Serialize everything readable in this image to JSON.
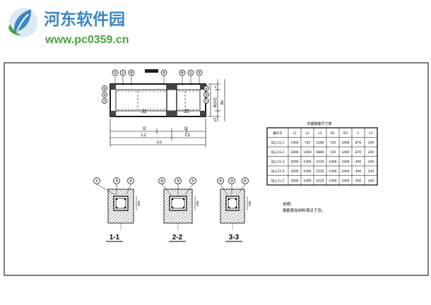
{
  "watermark": {
    "logo_icon": "leaf-logo-icon",
    "site_name": "河东软件园",
    "site_url": "www.pc0359.cn",
    "colors": {
      "brand_blue": "#3b86c9",
      "brand_green": "#4ba33d"
    }
  },
  "plan": {
    "top_markers": [
      "⑤",
      "①",
      "⑧",
      "⑥",
      "⑧",
      "①",
      "⑤"
    ],
    "left_markers": [
      "⑨",
      "⑧",
      "⑦"
    ],
    "right_markers": [
      "④",
      "⑩",
      "②"
    ],
    "room_labels": [
      "J1",
      "J2"
    ],
    "dim_top": [
      "l2",
      "l2"
    ],
    "dim_bottom": [
      "L1",
      "L3"
    ],
    "dim_overall": "Lo",
    "dim_right": [
      "c",
      "B(1/2)",
      "c1",
      "Bo"
    ]
  },
  "table": {
    "title": "井圈钢筋尺寸表",
    "columns": [
      "编号号",
      "L1",
      "L2",
      "L3",
      "B1",
      "B3",
      "C",
      "C1"
    ],
    "rows": [
      [
        "QLJ-11-1",
        "1400",
        "720",
        "3280",
        "720",
        "3400",
        "870",
        "240"
      ],
      [
        "QLJ-11-2",
        "3000",
        "1000",
        "4880",
        "720",
        "3400",
        "870",
        "240"
      ],
      [
        "QLJ-11-3",
        "3000",
        "1000",
        "5220",
        "1000",
        "3400",
        "490",
        "240"
      ],
      [
        "QLJ-11-4",
        "3000",
        "1000",
        "5220",
        "1000",
        "3400",
        "490",
        "240"
      ],
      [
        "QLJ-11-5",
        "3000",
        "1000",
        "5220",
        "1000",
        "3400",
        "490",
        "240"
      ]
    ]
  },
  "sections": [
    {
      "label": "1-1",
      "markers": [
        "①",
        "③",
        "②"
      ],
      "dim": "250"
    },
    {
      "label": "2-2",
      "markers": [
        "④",
        "③",
        "⑤"
      ],
      "dim": "250"
    },
    {
      "label": "3-3",
      "markers": [
        "⑥",
        "③",
        "⑥"
      ],
      "dim": "250"
    }
  ],
  "notes": {
    "heading": "说明:",
    "line1": "钢筋表及材料表见下页。"
  }
}
